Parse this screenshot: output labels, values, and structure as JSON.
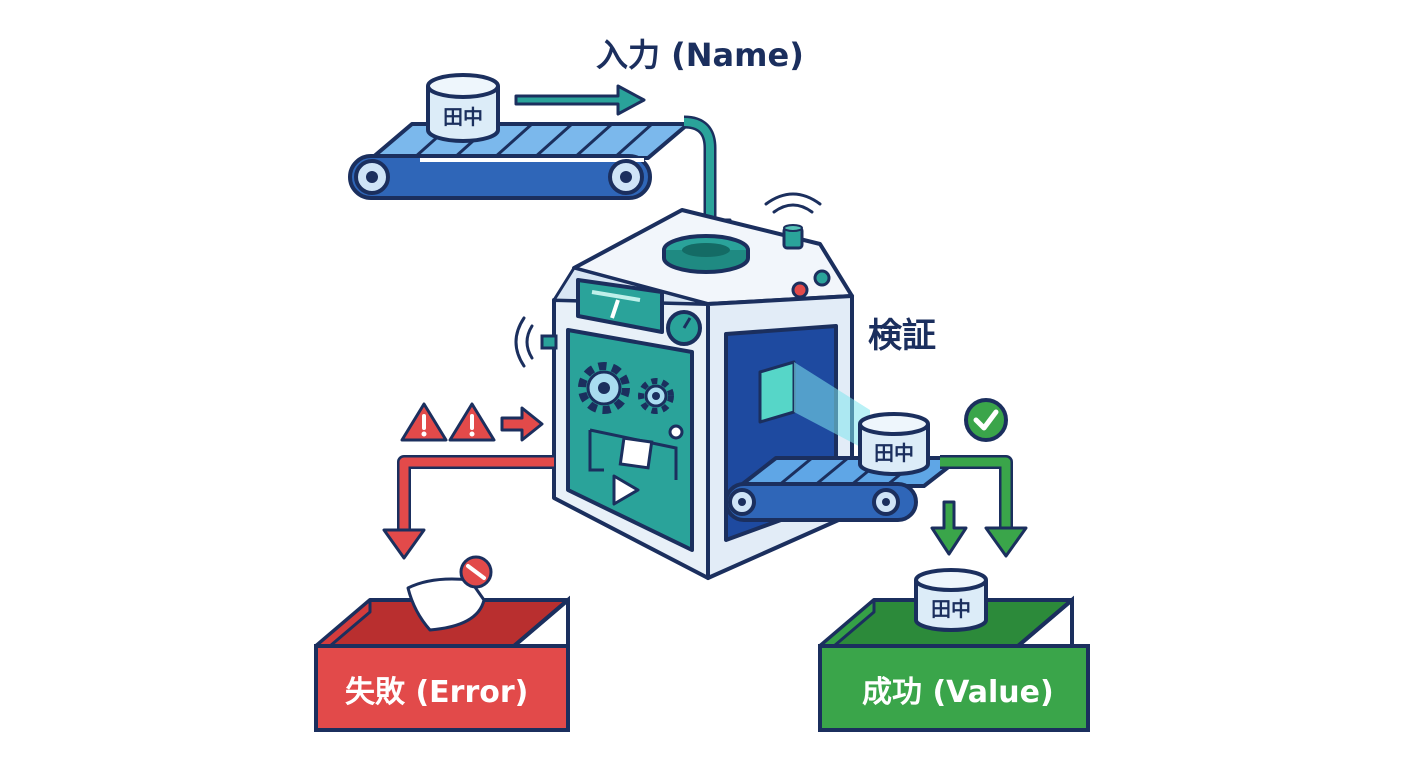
{
  "labels": {
    "input": "入力 (Name)",
    "verify": "検証",
    "error": "失敗 (Error)",
    "success": "成功 (Value)"
  },
  "tokens": {
    "top": "田中",
    "belt": "田中",
    "success_bin": "田中"
  },
  "colors": {
    "navy": "#1b2f5e",
    "belt_blue": "#3b82d6",
    "machine_teal": "#2aa39a",
    "error_red": "#e24a4a",
    "success_green": "#3aa54a",
    "token_fill": "#dcecf8"
  }
}
